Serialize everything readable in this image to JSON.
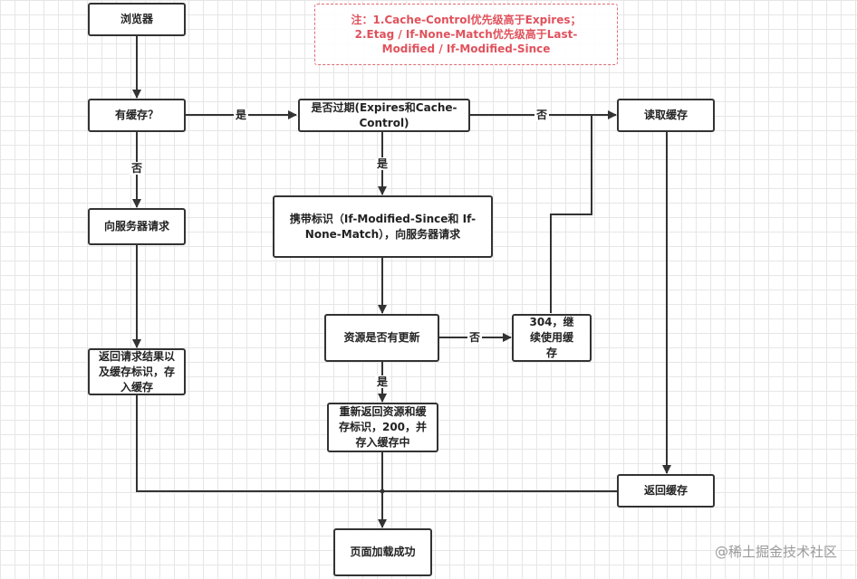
{
  "note": {
    "line1": "注：1.Cache-Control优先级高于Expires；",
    "line2": "2.Etag / If-None-Match优先级高于Last-",
    "line3": "Modified / If-Modified-Since"
  },
  "nodes": {
    "browser": "浏览器",
    "has_cache": "有缓存？",
    "expired_check": "是否过期(Expires和Cache-Control)",
    "read_cache": "读取缓存",
    "request_server": "向服务器请求",
    "conditional_request": "携带标识（If-Modified-Since和 If-None-Match），向服务器请求",
    "resource_updated": "资源是否有更新",
    "not_modified": "304，继续使用缓存",
    "return_result": "返回请求结果以及缓存标识，存入缓存",
    "return_new": "重新返回资源和缓存标识，200，并存入缓存中",
    "return_cache": "返回缓存",
    "page_loaded": "页面加载成功"
  },
  "edge_labels": {
    "yes": "是",
    "no": "否"
  },
  "watermark": "@稀土掘金技术社区"
}
